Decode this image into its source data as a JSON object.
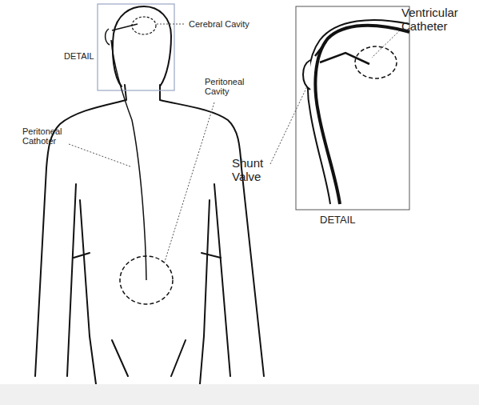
{
  "diagram": {
    "labels": [
      "Cerebral Cavity",
      "DETAIL",
      "Peritoneal Cavity",
      "Peritoneal Cathoter",
      "Ventricular Catheter",
      "Shunt Valve",
      "DETAIL"
    ]
  }
}
